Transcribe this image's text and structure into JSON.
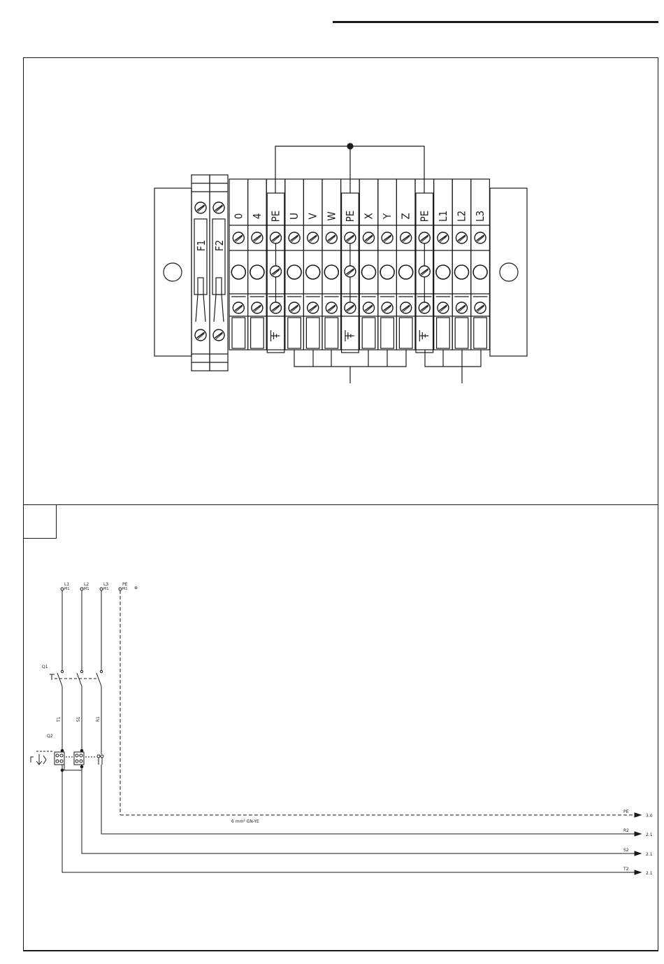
{
  "terminal_block": {
    "fuses": [
      {
        "id": "fuse-f1",
        "label": "F1"
      },
      {
        "id": "fuse-f2",
        "label": "F2"
      }
    ],
    "terminals": [
      {
        "label": "0",
        "kind": "std"
      },
      {
        "label": "4",
        "kind": "std"
      },
      {
        "label": "PE",
        "kind": "pe"
      },
      {
        "label": "U",
        "kind": "std"
      },
      {
        "label": "V",
        "kind": "std"
      },
      {
        "label": "W",
        "kind": "std"
      },
      {
        "label": "PE",
        "kind": "pe"
      },
      {
        "label": "X",
        "kind": "std"
      },
      {
        "label": "Y",
        "kind": "std"
      },
      {
        "label": "Z",
        "kind": "std"
      },
      {
        "label": "PE",
        "kind": "pe"
      },
      {
        "label": "L1",
        "kind": "std"
      },
      {
        "label": "L2",
        "kind": "std"
      },
      {
        "label": "L3",
        "kind": "std"
      }
    ]
  },
  "schematic": {
    "supply_terminals": [
      {
        "label": "L1",
        "sub": "M1"
      },
      {
        "label": "L2",
        "sub": "M1"
      },
      {
        "label": "L3",
        "sub": "M1"
      },
      {
        "label": "PE",
        "sub": "M1"
      }
    ],
    "ground_symbol": "⊕",
    "switch_label": "Q1",
    "relay_label": "Q2",
    "wire_labels": [
      "T1",
      "S1",
      "R1"
    ],
    "cable_note": "6 mm²  GN-YE",
    "outputs": [
      {
        "label": "PE",
        "ref": "3.0"
      },
      {
        "label": "R2",
        "ref": "2.1"
      },
      {
        "label": "S2",
        "ref": "2.1"
      },
      {
        "label": "T2",
        "ref": "2.1"
      }
    ]
  }
}
